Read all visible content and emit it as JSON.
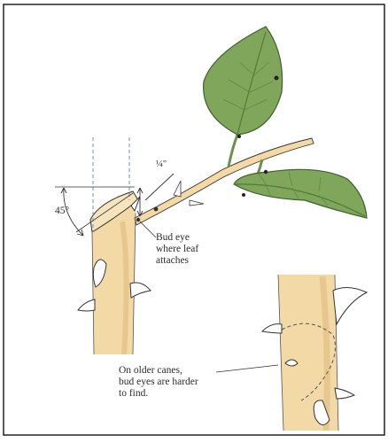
{
  "diagram": {
    "labels": {
      "angle": "45°",
      "distance": "¼\"",
      "bud_eye": [
        "Bud eye",
        "where leaf",
        "attaches"
      ],
      "older_canes": [
        "On older canes,",
        "bud eyes are harder",
        "to find."
      ]
    },
    "colors": {
      "cane": "#f2d9a6",
      "cane_shade": "#e3bf83",
      "leaf": "#7fa65a",
      "leaf_dark": "#4f7a3a",
      "thorn": "#ffffff",
      "outline": "#333333",
      "guide_line": "#7a8fb0"
    }
  }
}
